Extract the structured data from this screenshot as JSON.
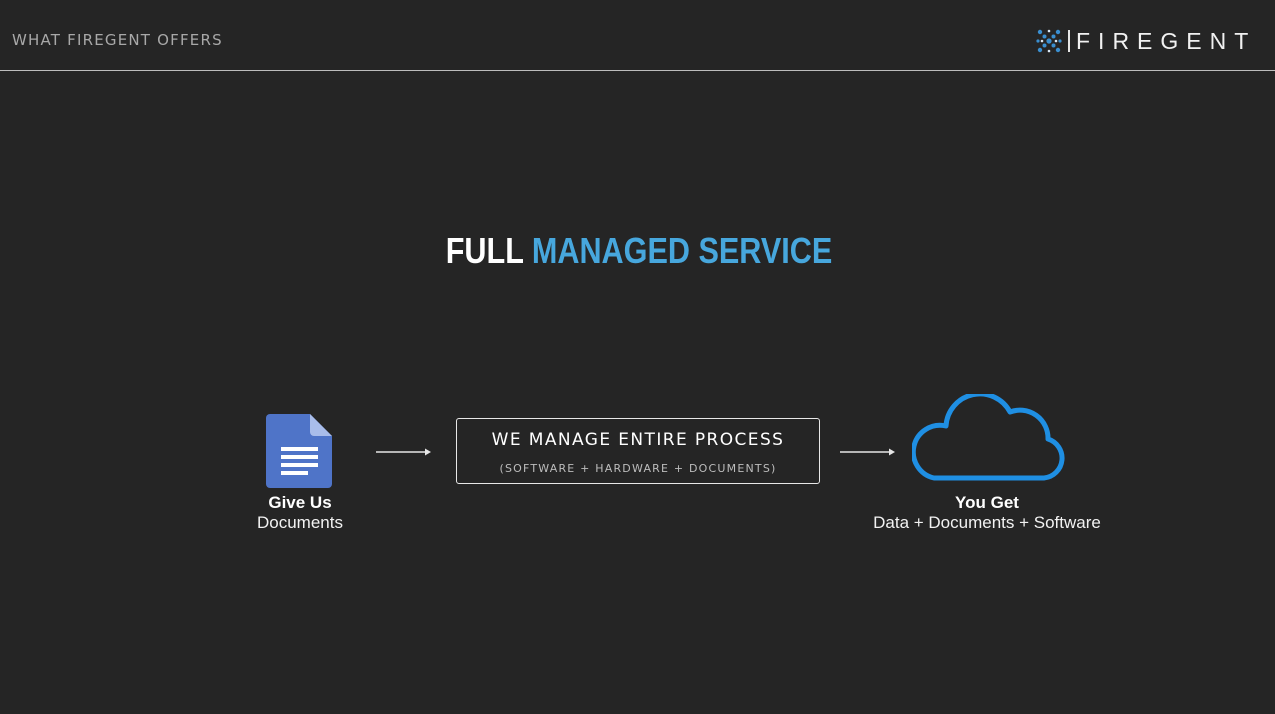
{
  "header": {
    "section_label": "WHAT FIREGENT OFFERS",
    "logo_text": "FIREGENT",
    "logo_icon": "firegent-logo-icon"
  },
  "headline": {
    "part1": "FULL",
    "part2": "MANAGED SERVICE"
  },
  "flow": {
    "input": {
      "title": "Give Us",
      "subtitle": "Documents",
      "icon": "document-icon"
    },
    "process": {
      "title": "WE MANAGE ENTIRE PROCESS",
      "subtitle": "(SOFTWARE + HARDWARE + DOCUMENTS)"
    },
    "output": {
      "title": "You Get",
      "subtitle": "Data + Documents + Software",
      "icon": "cloud-icon"
    }
  },
  "colors": {
    "background": "#252525",
    "accent_blue": "#47a7dd",
    "doc_blue": "#4f74c8",
    "cloud_blue": "#1f8fe3"
  }
}
